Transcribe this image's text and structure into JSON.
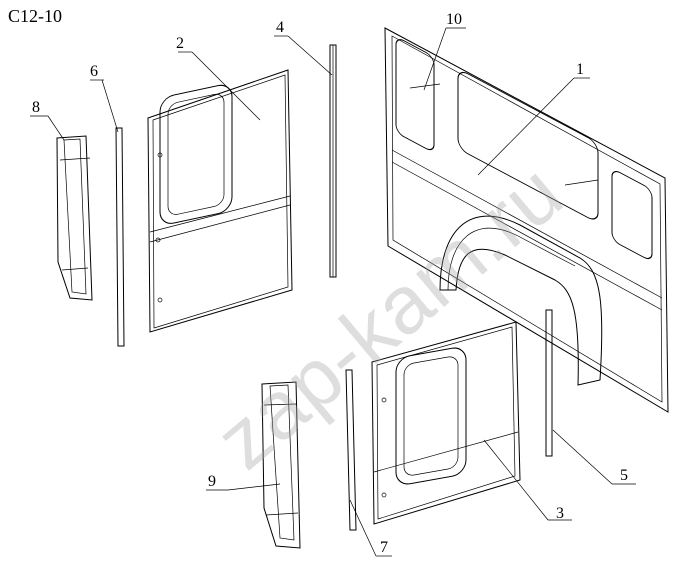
{
  "drawing_code": "C12-10",
  "watermark": "zap-kam.ru",
  "callouts": [
    "1",
    "2",
    "3",
    "4",
    "5",
    "6",
    "7",
    "8",
    "9",
    "10"
  ]
}
